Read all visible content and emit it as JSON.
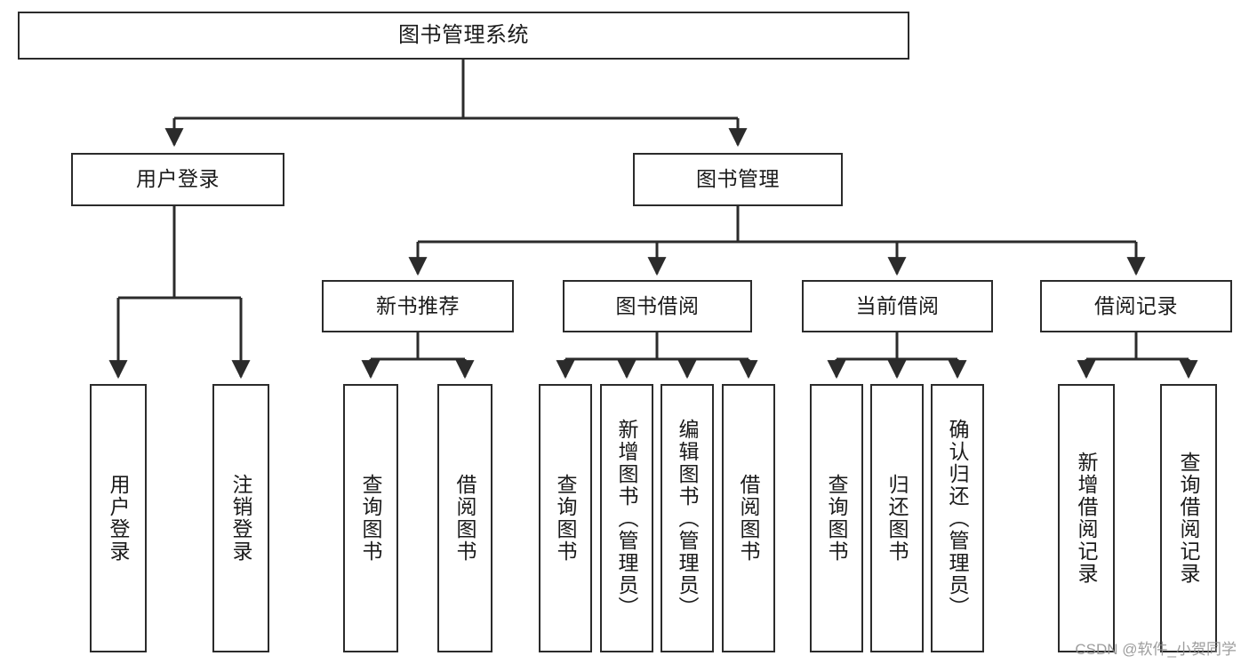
{
  "diagram": {
    "title": "图书管理系统",
    "type": "tree-hierarchy",
    "background_color": "#ffffff",
    "line_color": "#2b2b2b",
    "box_border_color": "#2b2b2b",
    "text_color": "#1a1a1a"
  },
  "root": {
    "label": "图书管理系统"
  },
  "level2": [
    {
      "label": "用户登录"
    },
    {
      "label": "图书管理"
    }
  ],
  "level3": [
    {
      "label": "新书推荐"
    },
    {
      "label": "图书借阅"
    },
    {
      "label": "当前借阅"
    },
    {
      "label": "借阅记录"
    }
  ],
  "leaves": {
    "user_login": [
      {
        "label": "用户登录"
      },
      {
        "label": "注销登录"
      }
    ],
    "new_book_recommend": [
      {
        "label": "查询图书"
      },
      {
        "label": "借阅图书"
      }
    ],
    "book_borrow": [
      {
        "label": "查询图书"
      },
      {
        "label": "新增图书（管理员）"
      },
      {
        "label": "编辑图书（管理员）"
      },
      {
        "label": "借阅图书"
      }
    ],
    "current_borrow": [
      {
        "label": "查询图书"
      },
      {
        "label": "归还图书"
      },
      {
        "label": "确认归还（管理员）"
      }
    ],
    "borrow_records": [
      {
        "label": "新增借阅记录"
      },
      {
        "label": "查询借阅记录"
      }
    ]
  },
  "watermark": {
    "text": "CSDN @软件_小贺同学"
  }
}
